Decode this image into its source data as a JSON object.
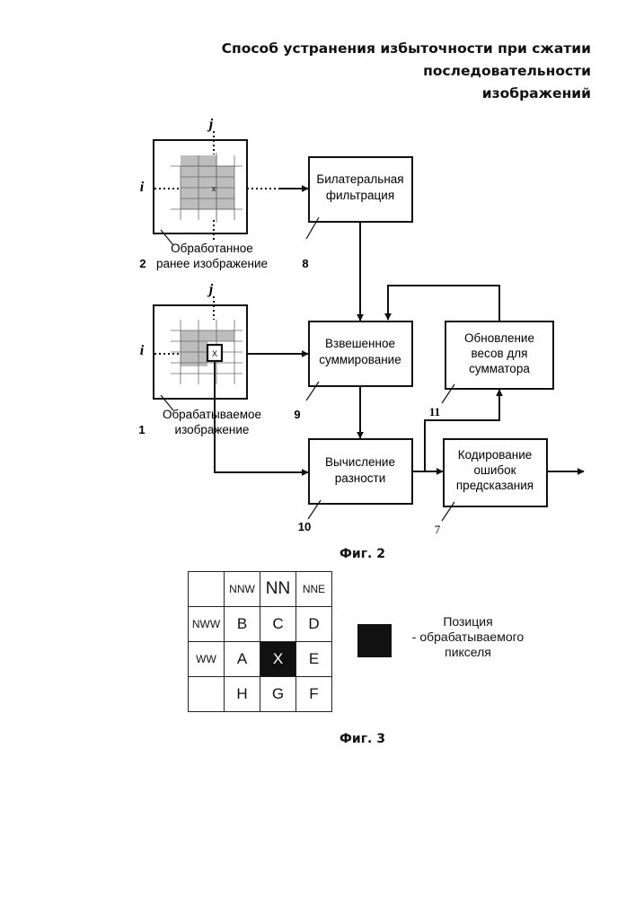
{
  "title": {
    "line1": "Способ устранения избыточности при сжатии последовательности",
    "line2": "изображений"
  },
  "fig2": {
    "caption": "Фиг. 2",
    "axis_i": "i",
    "axis_j": "j",
    "pixel_mark": "x",
    "current_pixel_mark": "X",
    "previous_image": {
      "label1": "Обработанное",
      "label2": "ранее изображение",
      "number": "2"
    },
    "current_image": {
      "label1": "Обрабатываемое",
      "label2": "изображение",
      "number": "1"
    },
    "blocks": {
      "bilateral": {
        "line1": "Билатеральная",
        "line2": "фильтрация",
        "number": "8"
      },
      "weighted": {
        "line1": "Взвешенное",
        "line2": "суммирование",
        "number": "9"
      },
      "update": {
        "line1": "Обновление",
        "line2": "весов для",
        "line3": "сумматора",
        "number": "11"
      },
      "difference": {
        "line1": "Вычисление",
        "line2": "разности",
        "number": "10"
      },
      "coding": {
        "line1": "Кодирование",
        "line2": "ошибок",
        "line3": "предсказания",
        "number": "7"
      }
    }
  },
  "fig3": {
    "caption": "Фиг. 3",
    "rows": [
      [
        "",
        "NNW",
        "NN",
        "NNE"
      ],
      [
        "NWW",
        "B",
        "C",
        "D"
      ],
      [
        "WW",
        "A",
        "X",
        "E"
      ],
      [
        "",
        "H",
        "G",
        "F"
      ]
    ],
    "legend": {
      "line1": "Позиция",
      "line2": "- обрабатываемого",
      "line3": "пикселя"
    }
  }
}
